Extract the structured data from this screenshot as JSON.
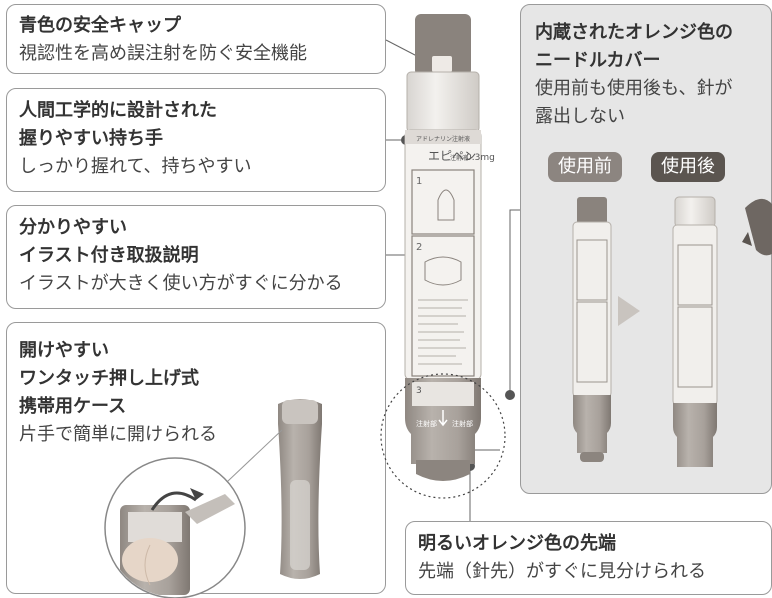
{
  "callouts": {
    "cap": {
      "title": "青色の安全キャップ",
      "desc": "視認性を高め誤注射を防ぐ安全機能"
    },
    "grip": {
      "title1": "人間工学的に設計された",
      "title2": "握りやすい持ち手",
      "desc": "しっかり握れて、持ちやすい"
    },
    "illustration": {
      "title1": "分かりやすい",
      "title2": "イラスト付き取扱説明",
      "desc": "イラストが大きく使い方がすぐに分かる"
    },
    "case": {
      "title1": "開けやすい",
      "title2": "ワンタッチ押し上げ式",
      "title3": "携帯用ケース",
      "desc": "片手で簡単に開けられる"
    },
    "cover": {
      "title1": "内蔵されたオレンジ色の",
      "title2": "ニードルカバー",
      "desc1": "使用前も使用後も、針が",
      "desc2": "露出しない"
    },
    "tip": {
      "title": "明るいオレンジ色の先端",
      "desc": "先端（針先）がすぐに見分けられる"
    }
  },
  "badges": {
    "before": "使用前",
    "after": "使用後"
  },
  "pen_label": {
    "top": "アドレナリン注射液",
    "brand": "エピペン",
    "suffix": "注射液",
    "dose": "0.3mg",
    "step1": "1",
    "step2": "2",
    "step3": "3",
    "arrow_left": "注射部",
    "arrow_right": "注射部"
  },
  "colors": {
    "border": "#9a9a9a",
    "pen_body": "#a39c96",
    "pen_dark": "#7d7670",
    "panel": "#e6e6e6"
  }
}
